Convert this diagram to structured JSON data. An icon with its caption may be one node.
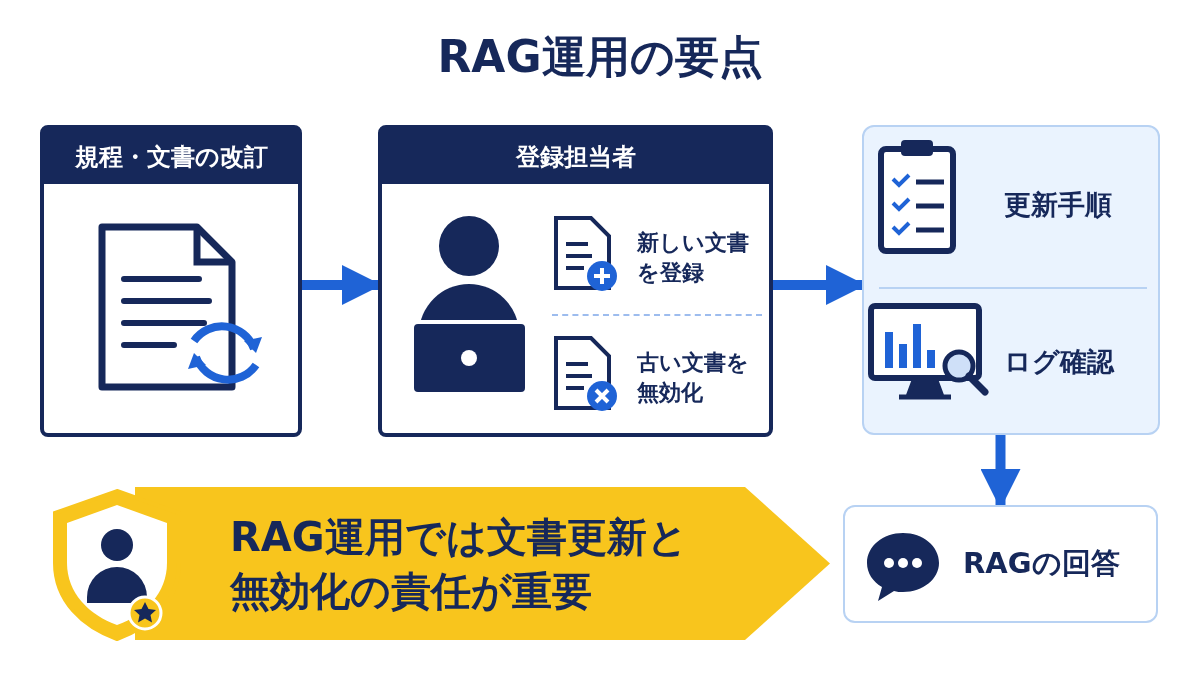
{
  "diagram": {
    "title": "RAG運用の要点",
    "nodes": [
      {
        "text": [
          "規程・文書の改訂"
        ]
      },
      {
        "text": [
          "登録担当者"
        ]
      },
      {
        "text": [
          "新しい文書を登録"
        ],
        "in": 1
      },
      {
        "text": [
          "古い文書を無効化"
        ],
        "in": 1
      },
      {
        "text": [],
        "shape": "box"
      },
      {
        "text": [
          "更新手順"
        ],
        "in": 4
      },
      {
        "text": [
          "ログ確認"
        ],
        "in": 4
      },
      {
        "text": [
          "RAGの回答"
        ]
      },
      {
        "text": [
          "RAG運用では文書更新と無効化の責任が重要"
        ]
      }
    ],
    "edges": [
      {
        "from": 0,
        "to": 1,
        "arrow": "to"
      },
      {
        "from": 1,
        "to": 4,
        "arrow": "to"
      },
      {
        "from": 4,
        "to": 7,
        "arrow": "to"
      }
    ]
  }
}
